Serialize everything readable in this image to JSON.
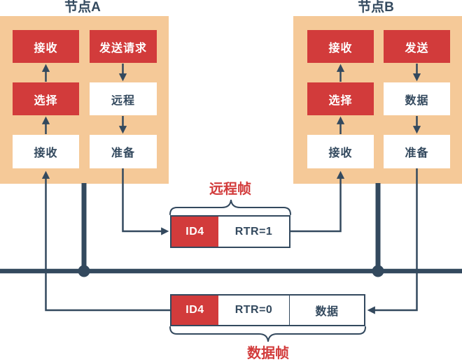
{
  "diagram": {
    "node_a": {
      "title": "节点A",
      "recv_top": "接收",
      "send_request": "发送请求",
      "select": "选择",
      "remote": "远程",
      "recv_bottom": "接收",
      "prepare": "准备"
    },
    "node_b": {
      "title": "节点B",
      "recv_top": "接收",
      "send": "发送",
      "select": "选择",
      "data": "数据",
      "recv_bottom": "接收",
      "prepare": "准备"
    },
    "remote_frame": {
      "label": "远程帧",
      "id": "ID4",
      "rtr": "RTR=1"
    },
    "data_frame": {
      "label": "数据帧",
      "id": "ID4",
      "rtr": "RTR=0",
      "data": "数据"
    }
  },
  "colors": {
    "red": "#D23B3B",
    "peach": "#F5C998",
    "navy": "#33495E",
    "box_white": "#FFFFFF"
  }
}
